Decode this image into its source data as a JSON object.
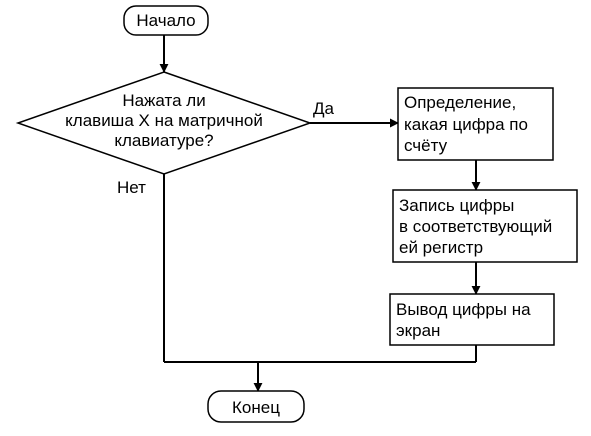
{
  "flowchart": {
    "start_label": "Начало",
    "decision_lines": [
      "Нажата ли",
      "клавиша X на матричной",
      "клавиатуре?"
    ],
    "yes_label": "Да",
    "no_label": "Нет",
    "process_1_lines": [
      "Определение,",
      "какая цифра по",
      "счёту"
    ],
    "process_2_lines": [
      "Запись цифры",
      "в соответствующий",
      "ей регистр"
    ],
    "process_3_lines": [
      "Вывод цифры на",
      "экран"
    ],
    "end_label": "Конец"
  }
}
